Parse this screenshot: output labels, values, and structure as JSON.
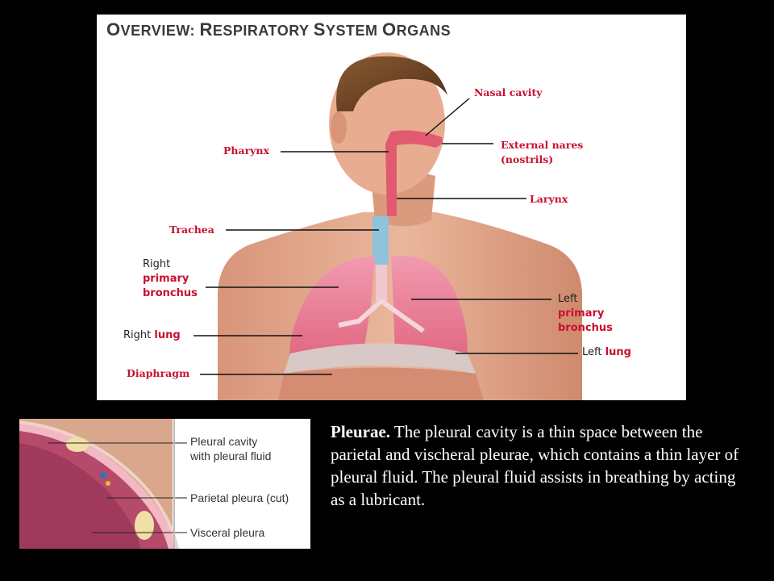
{
  "main_figure": {
    "title": "Overview: Respiratory System Organs",
    "labels": {
      "nasal_cavity": "Nasal cavity",
      "pharynx": "Pharynx",
      "external_nares_1": "External nares",
      "external_nares_2": "(nostrils)",
      "larynx": "Larynx",
      "trachea": "Trachea",
      "right_primary_bronchus_1": "Right",
      "right_primary_bronchus_2": "primary",
      "right_primary_bronchus_3": "bronchus",
      "left_primary_bronchus_1": "Left",
      "left_primary_bronchus_2": "primary",
      "left_primary_bronchus_3": "bronchus",
      "right_lung_prefix": "Right",
      "right_lung_word": "lung",
      "left_lung_prefix": "Left",
      "left_lung_word": "lung",
      "diaphragm": "Diaphragm"
    }
  },
  "inset_figure": {
    "labels": {
      "pleural_cavity_1": "Pleural cavity",
      "pleural_cavity_2": "with pleural fluid",
      "parietal_pleura": "Parietal pleura (cut)",
      "visceral_pleura": "Visceral pleura"
    }
  },
  "caption": {
    "heading": "Pleurae.",
    "body": " The pleural cavity is a thin space between the parietal and vischeral pleurae, which contains a thin layer of pleural fluid. The pleural fluid assists in breathing by acting as a lubricant."
  },
  "colors": {
    "background": "#000000",
    "label_red": "#c8102e",
    "skin": "#e3a98a",
    "lung": "#e7788f"
  }
}
